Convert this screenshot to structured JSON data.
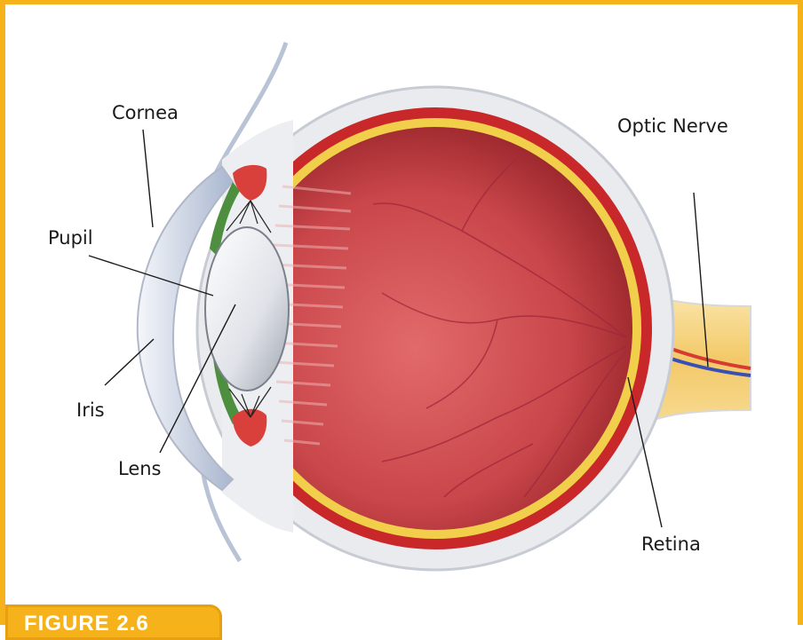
{
  "labels": {
    "cornea": "Cornea",
    "pupil": "Pupil",
    "iris": "Iris",
    "lens": "Lens",
    "optic_nerve": "Optic Nerve",
    "retina": "Retina"
  },
  "figure_tab": "FIGURE 2.6",
  "colors": {
    "frame": "#f6b21a",
    "sclera": "#e9ebef",
    "interior": "#c03a3c",
    "choroid": "#c8282a",
    "retina_layer": "#f2cf4a",
    "optic_nerve": "#f5d98a",
    "lens": "#dfe2e8",
    "iris": "#4d8f3e",
    "ciliary": "#d9403c"
  }
}
